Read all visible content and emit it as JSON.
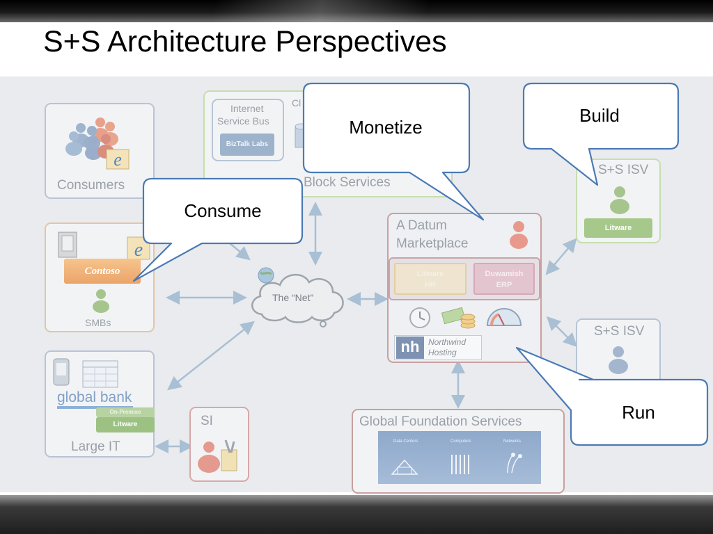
{
  "slide": {
    "title": "S+S Architecture Perspectives"
  },
  "consumers": {
    "label": "Consumers"
  },
  "building_block": {
    "isb_line1": "Internet",
    "isb_line2": "Service Bus",
    "biztalk": "BizTalk Labs",
    "clipped_label": "Cl",
    "title": "Block Services"
  },
  "smbs": {
    "label": "SMBs",
    "contoso": "Contoso"
  },
  "large_it": {
    "label": "Large IT",
    "global_bank": "global bank",
    "on_premise": "On-Premise",
    "litware": "Litware"
  },
  "si": {
    "label": "SI"
  },
  "net": {
    "label": "The “Net”"
  },
  "marketplace": {
    "line1": "A Datum",
    "line2": "Marketplace",
    "litware_hr_1": "Litware",
    "litware_hr_2": "HR",
    "duwamish_1": "Duwamish",
    "duwamish_2": "ERP",
    "northwind_1": "Northwind",
    "northwind_2": "Hosting",
    "nh": "nh"
  },
  "isv_top": {
    "label": "S+S ISV",
    "litware": "Litware"
  },
  "isv_bottom": {
    "label": "S+S ISV"
  },
  "gfs": {
    "title": "Global Foundation Services",
    "data_centers": "Data Centers",
    "computers": "Computers",
    "networks": "Networks"
  },
  "callouts": {
    "monetize": "Monetize",
    "build": "Build",
    "consume": "Consume",
    "run": "Run"
  },
  "colors": {
    "arrow": "#9fb8d0",
    "callout_border": "#4a7ab5",
    "consumers_border": "#b7c4d6",
    "building_block_border": "#c7ddb0",
    "smbs_border": "#e2c6a6",
    "si_border": "#d9a8a8",
    "marketplace_border": "#c9a0a0",
    "gfs_border": "#c9a0a0"
  }
}
